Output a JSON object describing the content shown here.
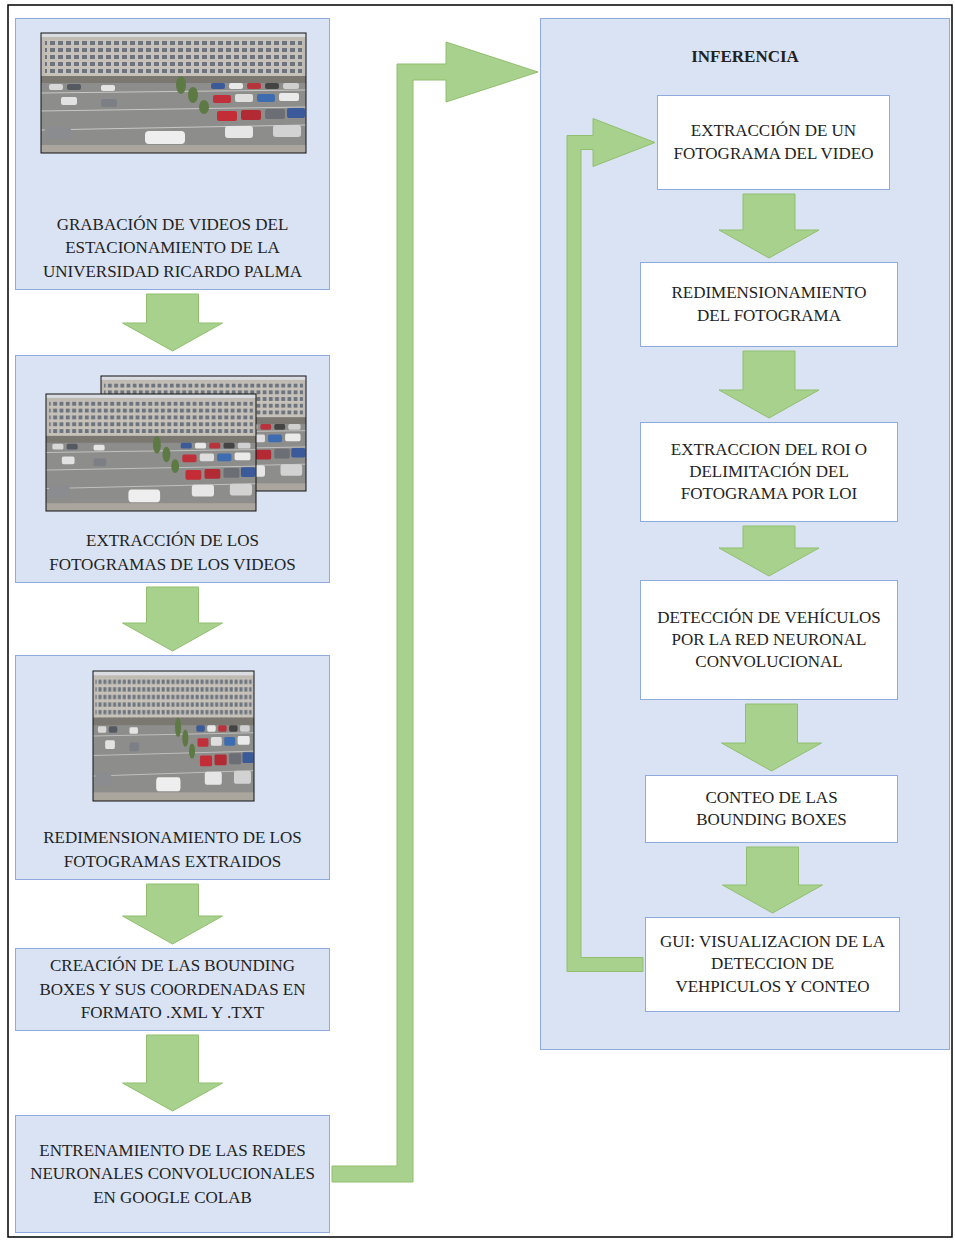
{
  "diagram": {
    "nodes": [
      {
        "text": [
          "GRABACIÓN DE VIDEOS DEL ESTACIONAMIENTO DE LA UNIVERSIDAD RICARDO PALMA"
        ]
      },
      {
        "text": [
          "EXTRACCIÓN DE LOS FOTOGRAMAS DE LOS VIDEOS"
        ]
      },
      {
        "text": [
          "REDIMENSIONAMIENTO DE LOS FOTOGRAMAS EXTRAIDOS"
        ]
      },
      {
        "text": [
          "CREACIÓN DE LAS BOUNDING BOXES Y SUS COORDENADAS EN FORMATO .XML Y .TXT"
        ]
      },
      {
        "text": [
          "ENTRENAMIENTO DE LAS REDES NEURONALES CONVOLUCIONALES EN GOOGLE COLAB"
        ]
      },
      {
        "text": [
          "INFERENCIA"
        ]
      },
      {
        "text": [
          "EXTRACCIÓN DE UN FOTOGRAMA DEL VIDEO"
        ],
        "in": 5
      },
      {
        "text": [
          "REDIMENSIONAMIENTO DEL FOTOGRAMA"
        ],
        "in": 5
      },
      {
        "text": [
          "EXTRACCION DEL ROI O DELIMITACIÓN DEL FOTOGRAMA POR LOI"
        ],
        "in": 5
      },
      {
        "text": [
          "DETECCIÓN DE VEHÍCULOS POR LA RED NEURONAL CONVOLUCIONAL"
        ],
        "in": 5
      },
      {
        "text": [
          "CONTEO DE LAS BOUNDING BOXES"
        ],
        "in": 5
      },
      {
        "text": [
          "GUI: VISUALIZACION DE LA DETECCION DE VEHPICULOS Y CONTEO"
        ],
        "in": 5
      }
    ],
    "edges": [
      {
        "from": 0,
        "to": 1,
        "arrow": "to"
      },
      {
        "from": 1,
        "to": 2,
        "arrow": "to"
      },
      {
        "from": 2,
        "to": 3,
        "arrow": "to"
      },
      {
        "from": 3,
        "to": 4,
        "arrow": "to"
      },
      {
        "from": 4,
        "to": 5,
        "arrow": "to"
      },
      {
        "from": 6,
        "to": 7,
        "arrow": "to"
      },
      {
        "from": 7,
        "to": 8,
        "arrow": "to"
      },
      {
        "from": 8,
        "to": 9,
        "arrow": "to"
      },
      {
        "from": 9,
        "to": 10,
        "arrow": "to"
      },
      {
        "from": 10,
        "to": 11,
        "arrow": "to"
      },
      {
        "from": 11,
        "to": 6,
        "arrow": "to"
      }
    ]
  }
}
